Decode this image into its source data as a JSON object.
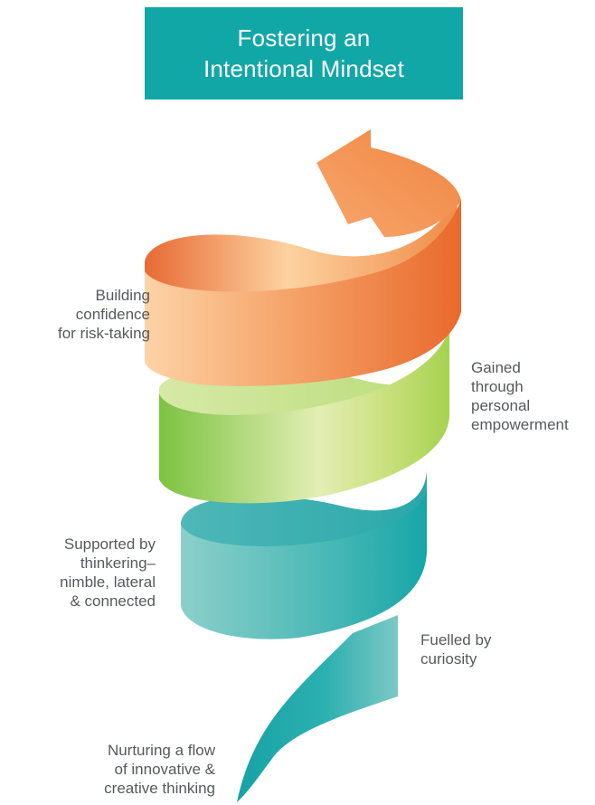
{
  "title": {
    "line1": "Fostering an",
    "line2": "Intentional Mindset"
  },
  "labels": {
    "building": [
      "Building",
      "confidence",
      "for risk-taking"
    ],
    "gained": [
      "Gained",
      "through",
      "personal",
      "empowerment"
    ],
    "supported": [
      "Supported by",
      "thinkering–",
      "nimble, lateral",
      "& connected"
    ],
    "fuelled": [
      "Fuelled by",
      "curiosity"
    ],
    "nurturing": [
      "Nurturing a flow",
      "of innovative &",
      "creative thinking"
    ]
  },
  "colors": {
    "title_bg": "#12a7a7",
    "teal": "#1fa9ab",
    "green": "#8cc63f",
    "orange": "#ee7633",
    "peach": "#fdd0a2"
  }
}
